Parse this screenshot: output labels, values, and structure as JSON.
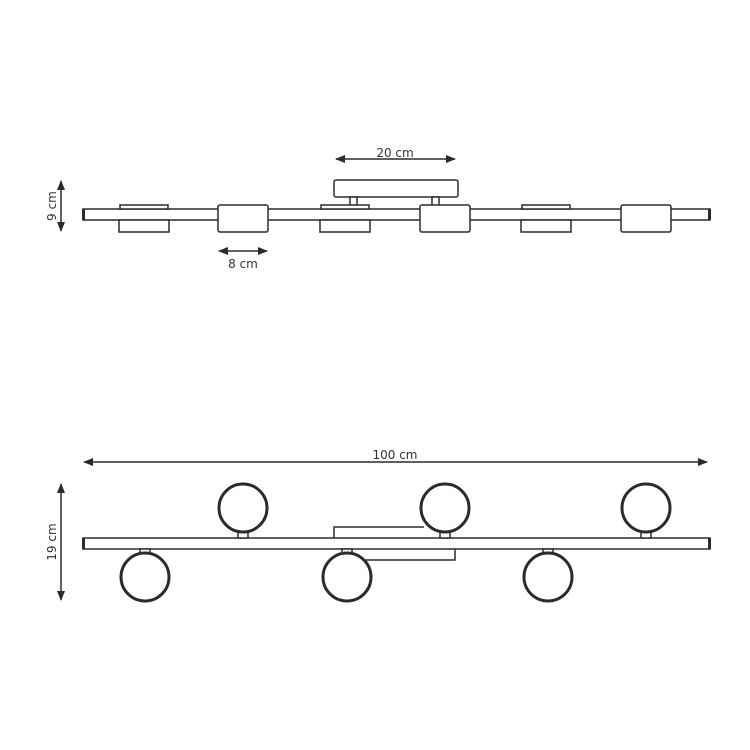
{
  "dimensions": {
    "plate_width": "20 cm",
    "head_width": "8 cm",
    "side_height": "9 cm",
    "total_length": "100 cm",
    "top_depth": "19 cm"
  },
  "colors": {
    "line": "#2b2b2b",
    "background": "#ffffff"
  },
  "views": [
    "side",
    "top"
  ]
}
